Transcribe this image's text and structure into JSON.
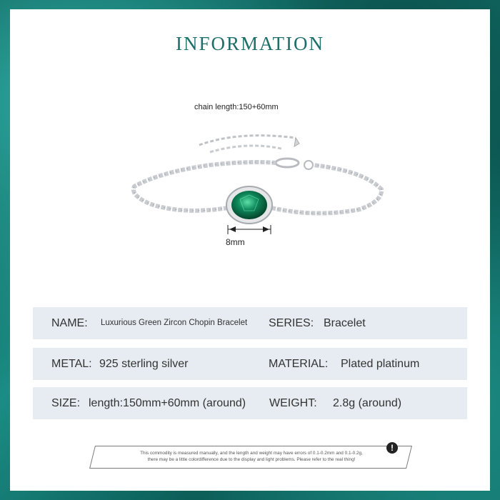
{
  "title": "INFORMATION",
  "product_image": {
    "chain_label": "chain length:150+60mm",
    "size_label": "8mm",
    "stone_color": "#0f8a5c",
    "metal_color": "#c9ccd0"
  },
  "specs": {
    "row1": {
      "name_key": "NAME:",
      "name_value": "Luxurious Green Zircon Chopin Bracelet",
      "series_key": "SERIES:",
      "series_value": "Bracelet"
    },
    "row2": {
      "metal_key": "METAL:",
      "metal_value": "925 sterling silver",
      "material_key": "MATERIAL:",
      "material_value": "Plated platinum"
    },
    "row3": {
      "size_key": "SIZE:",
      "size_value": "length:150mm+60mm (around)",
      "weight_key": "WEIGHT:",
      "weight_value": "2.8g (around)"
    }
  },
  "notice": {
    "line1": "This commodity is measured manually, and the length and weight may have errors of 0.1-0.2mm and 0.1-0.2g,",
    "line2": "there may be a little colordifference due to the display and light problems. Please refer to the real thing!",
    "icon": "exclamation-icon",
    "icon_glyph": "!"
  },
  "colors": {
    "title": "#1e6f6a",
    "row_bg": "#e6ecf1",
    "frame": "#0f6a63"
  }
}
